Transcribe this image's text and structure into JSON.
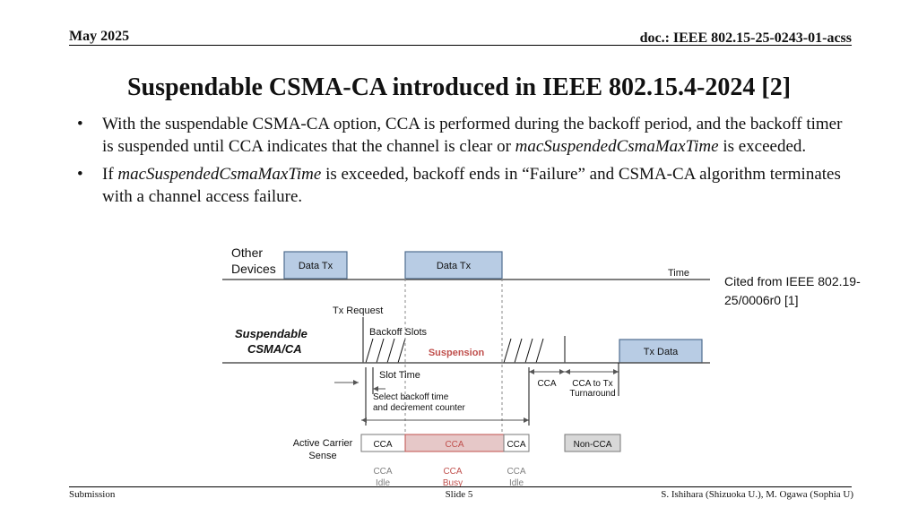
{
  "header": {
    "date": "May 2025",
    "doc": "doc.: IEEE 802.15-25-0243-01-acss"
  },
  "title": "Suspendable CSMA-CA introduced in IEEE 802.15.4-2024 [2]",
  "bullets": [
    {
      "a": "With the suspendable CSMA-CA option, CCA is performed during the backoff period, and the backoff timer is suspended until CCA indicates that the channel is clear or ",
      "em": "macSuspendedCsmaMaxTime",
      "b": " is exceeded."
    },
    {
      "a": "If ",
      "em": "macSuspendedCsmaMaxTime",
      "b": " is exceeded, backoff ends in “Failure” and CSMA-CA algorithm terminates with a channel access failure."
    }
  ],
  "citation": "Cited from IEEE 802.19-25/0006r0 [1]",
  "diagram": {
    "other_devices_1": "Other",
    "other_devices_2": "Devices",
    "data_tx_1": "Data Tx",
    "data_tx_2": "Data Tx",
    "time": "Time",
    "tx_request": "Tx Request",
    "susp_1": "Suspendable",
    "susp_2": "CSMA/CA",
    "backoff_slots": "Backoff Slots",
    "suspension": "Suspension",
    "tx_data": "Tx Data",
    "slot_time": "Slot Time",
    "cca_label": "CCA",
    "cca_turnaround_1": "CCA to Tx",
    "cca_turnaround_2": "Turnaround",
    "select_backoff_1": "Select backoff time",
    "select_backoff_2": "and decrement counter",
    "acs_1": "Active Carrier",
    "acs_2": "Sense",
    "cca_box_1": "CCA",
    "cca_box_2": "CCA",
    "cca_box_3": "CCA",
    "non_cca": "Non-CCA",
    "state_1a": "CCA",
    "state_1b": "Idle",
    "state_2a": "CCA",
    "state_2b": "Busy",
    "state_3a": "CCA",
    "state_3b": "Idle",
    "colors": {
      "box_blue": "#b8cce4",
      "box_stroke": "#4f6d8f",
      "suspension_red": "#c0504d",
      "gray_text": "#808080"
    }
  },
  "footer": {
    "left": "Submission",
    "center": "Slide 5",
    "right": "S. Ishihara (Shizuoka U.), M. Ogawa (Sophia U)"
  }
}
